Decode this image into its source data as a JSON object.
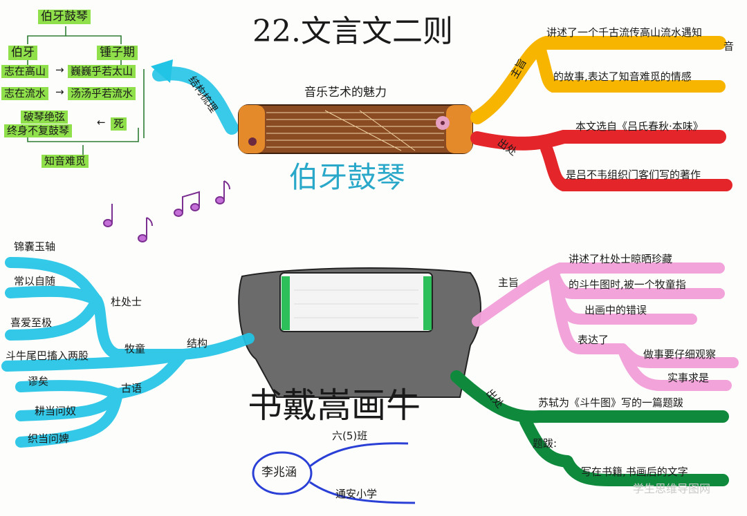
{
  "title": "22.文言文二则",
  "watermark": "学生思维导图网",
  "colors": {
    "cyan": "#22c4e6",
    "yellow": "#f7b500",
    "red": "#e4262b",
    "pink": "#f29fd9",
    "green": "#0f8a3c",
    "lime": "#8fe04a",
    "blue": "#2a3fd6",
    "purple": "#b85bd0"
  },
  "story1": {
    "name": "伯牙鼓琴",
    "image_caption": "音乐艺术的魅力",
    "outline_label": "结构梳理",
    "outline": {
      "root": "伯牙鼓琴",
      "left_head": "伯牙",
      "right_head": "锺子期",
      "row1_left": "志在高山",
      "row1_right": "巍巍乎若太山",
      "row2_left": "志在流水",
      "row2_right": "汤汤乎若流水",
      "row3_left_a": "破琴绝弦",
      "row3_left_b": "终身不复鼓琴",
      "row3_right": "死",
      "bottom": "知音难觅",
      "arrow": "→",
      "arrow_back": "←"
    },
    "theme_label": "主旨",
    "theme_line1a": "讲述了一个千古流传高山流水遇知",
    "theme_line1b": "音",
    "theme_line2": "的故事,表达了知音难觅的情感",
    "source_label": "出处",
    "source_line1": "本文选自《吕氏春秋·本味》",
    "source_line2": "是吕不韦组织门客们写的著作"
  },
  "story2": {
    "name": "书戴嵩画牛",
    "structure_label": "结构",
    "du_label": "杜处士",
    "du_items": [
      "锦囊玉轴",
      "常以自随",
      "喜爱至极"
    ],
    "boy_label": "牧童",
    "boy_item": "斗牛尾巴搐入两股",
    "proverb_label": "古语",
    "proverb_items": [
      "谬矣",
      "耕当问奴",
      "织当问婢"
    ],
    "theme_label": "主旨",
    "theme_lines": [
      "讲述了杜处士晾晒珍藏",
      "的斗牛图时,被一个牧童指",
      "出画中的错误",
      "表达了"
    ],
    "theme_sub": [
      "做事要仔细观察",
      "实事求是"
    ],
    "source_label": "出处",
    "source_line": "苏轼为《斗牛图》写的一篇题跋",
    "tiba_label": "题跋:",
    "tiba_line": "写在书籍,书画后的文字"
  },
  "author": {
    "name": "李兆涵",
    "class": "六(5)班",
    "school": "通安小学"
  }
}
